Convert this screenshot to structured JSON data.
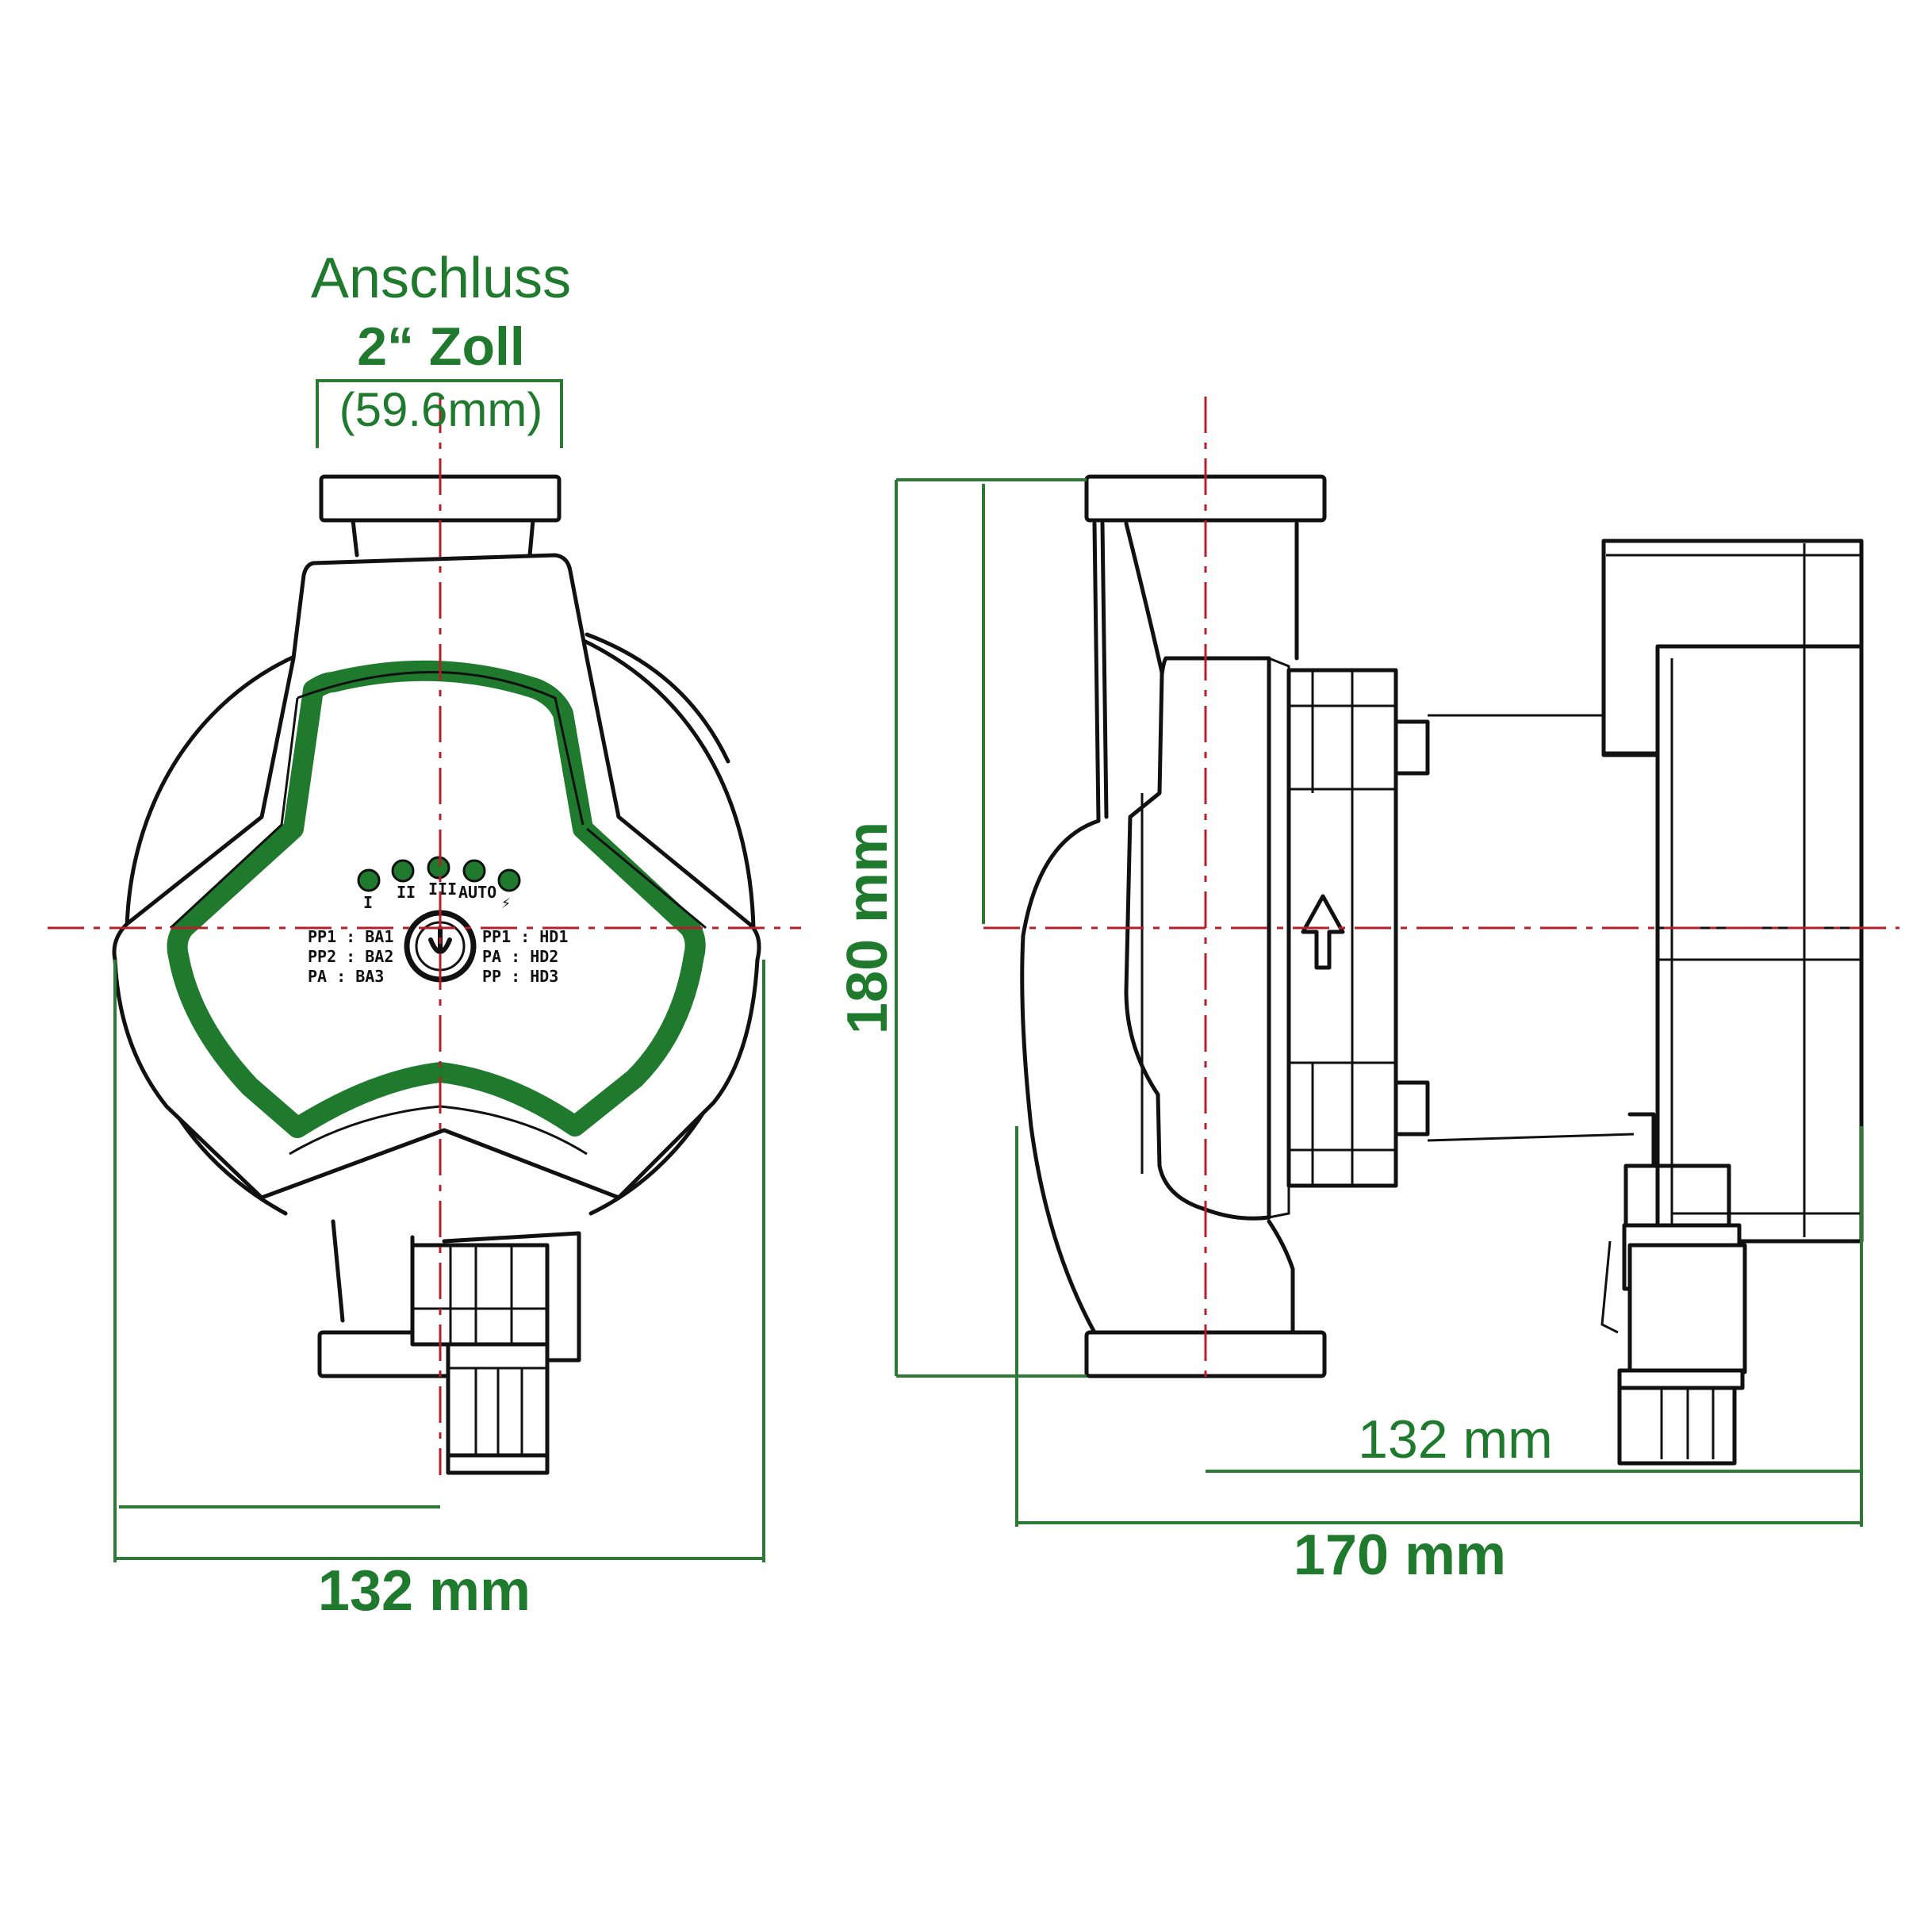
{
  "colors": {
    "accent_green": "#1f7a2e",
    "dimension_green": "#2d7a36",
    "axis_red": "#b3202a",
    "outline": "#111111"
  },
  "labels": {
    "connection_title": "Anschluss",
    "connection_size": "2“ Zoll",
    "connection_mm": "(59.6mm)",
    "front_width": "132 mm",
    "height": "180 mm",
    "axis_to_back": "132 mm",
    "total_depth": "170 mm"
  },
  "panel": {
    "led_marks": [
      "I",
      "II",
      "III",
      "AUTO",
      "⚡"
    ],
    "left_modes": [
      "PP1 : BA1",
      "PP2 : BA2",
      "PA : BA3"
    ],
    "right_modes": [
      "PP1 : HD1",
      "PA : HD2",
      "PP : HD3"
    ]
  },
  "icons": {
    "panel_button": "power-button-icon",
    "flow_arrow": "flow-direction-arrow-icon"
  }
}
